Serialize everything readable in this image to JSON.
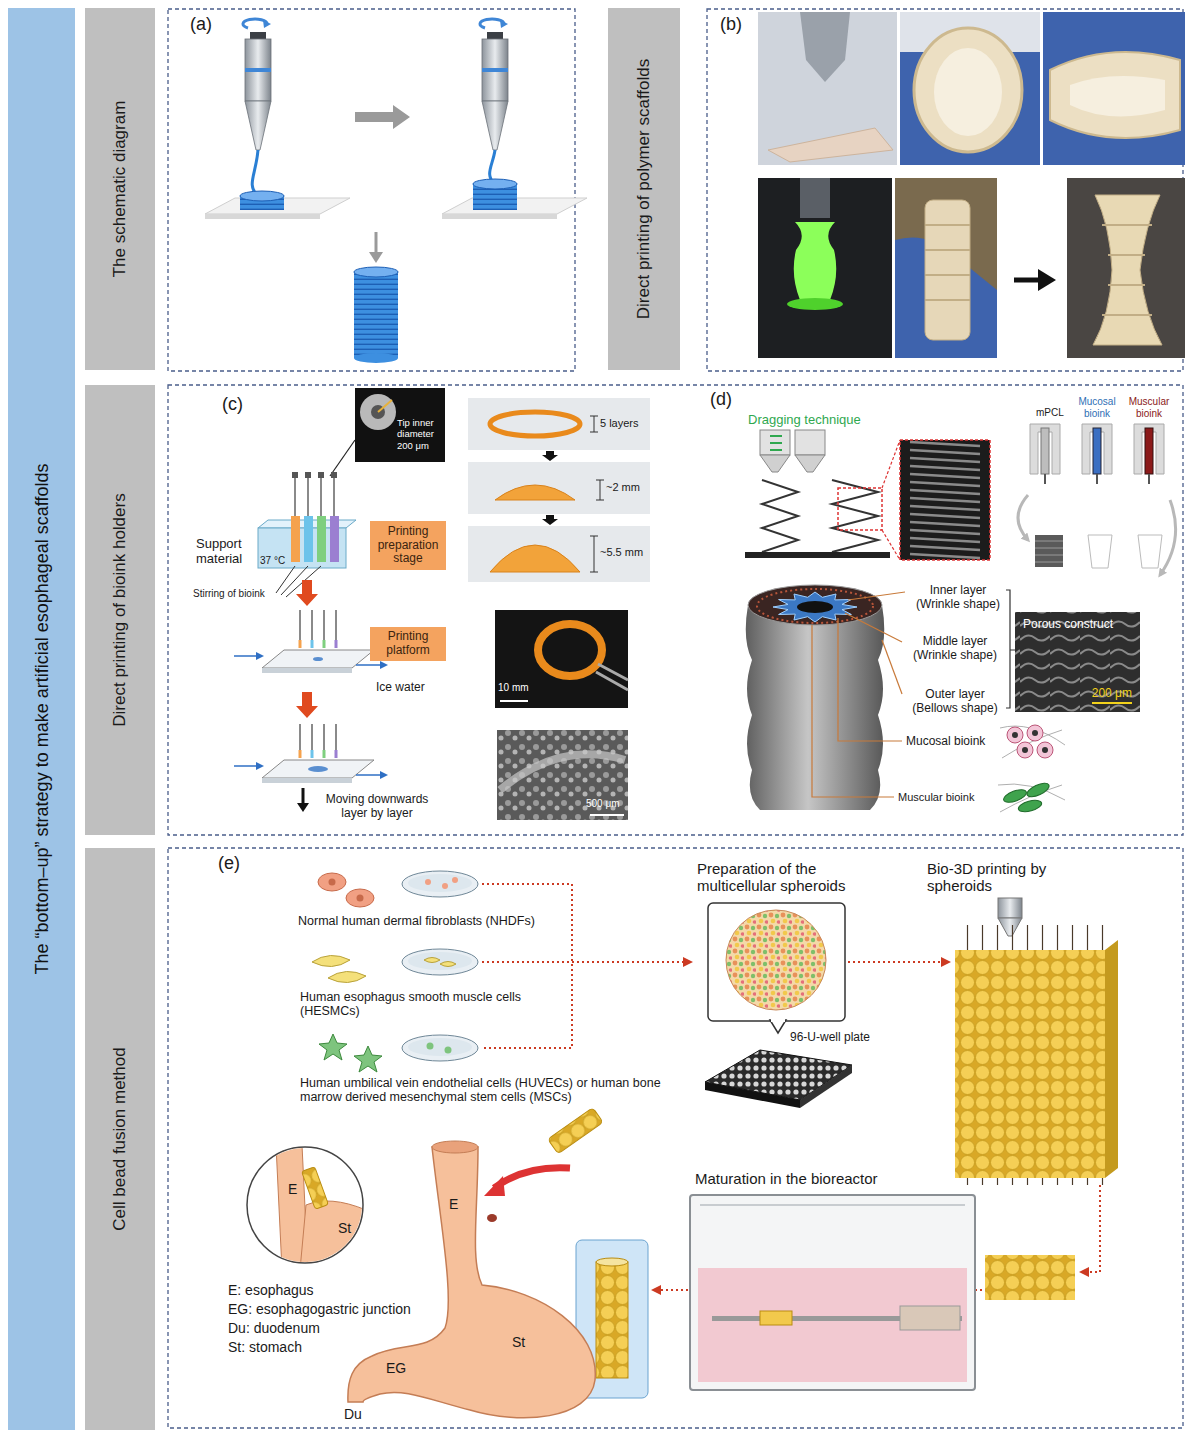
{
  "diagram": {
    "nodes": [
      {
        "text": [
          "The “bottom–up” strategy to make artificial esophageal scaffolds"
        ]
      },
      {
        "text": [
          "The schematic diagram"
        ]
      },
      {
        "text": [
          "Direct printing of polymer scaffolds"
        ]
      },
      {
        "text": [
          "Direct printing of bioink holders"
        ]
      },
      {
        "text": [
          "Tip inner diameter",
          "200 μm"
        ]
      },
      {
        "text": [
          "Printing preparation stage"
        ]
      },
      {
        "text": [
          "Printing platform"
        ]
      },
      {
        "text": [
          "Porous construct",
          "200 μm"
        ]
      },
      {
        "text": [
          "Cell bead fusion method"
        ]
      }
    ],
    "labels": [
      "(a)",
      "(b)",
      "(c)",
      "(d)",
      "(e)",
      "Support material",
      "37 °C",
      "Stirring of bioink",
      "Ice water",
      "Moving downwards layer by layer",
      "5 layers",
      "~2 mm",
      "~5.5 mm",
      "10 mm",
      "500 μm",
      "Dragging technique",
      "mPCL",
      "Mucosal bioink",
      "Muscular bioink",
      "Inner layer (Wrinkle shape)",
      "Middle layer (Wrinkle shape)",
      "Outer layer (Bellows shape)",
      "Mucosal bioink",
      "Muscular bioink",
      "Normal human dermal fibroblasts (NHDFs)",
      "Human esophagus smooth muscle cells (HESMCs)",
      "Human umbilical vein endothelial cells (HUVECs) or human bone marrow derived mesenchymal stem cells (MSCs)",
      "Preparation of the multicellular spheroids",
      "Bio-3D printing by spheroids",
      "96-U-well plate",
      "Maturation in the bioreactor",
      "E",
      "St",
      "E",
      "St",
      "EG",
      "Du",
      "E: esophagus",
      "EG: esophagogastric junction",
      "Du: duodenum",
      "St: stomach"
    ]
  }
}
